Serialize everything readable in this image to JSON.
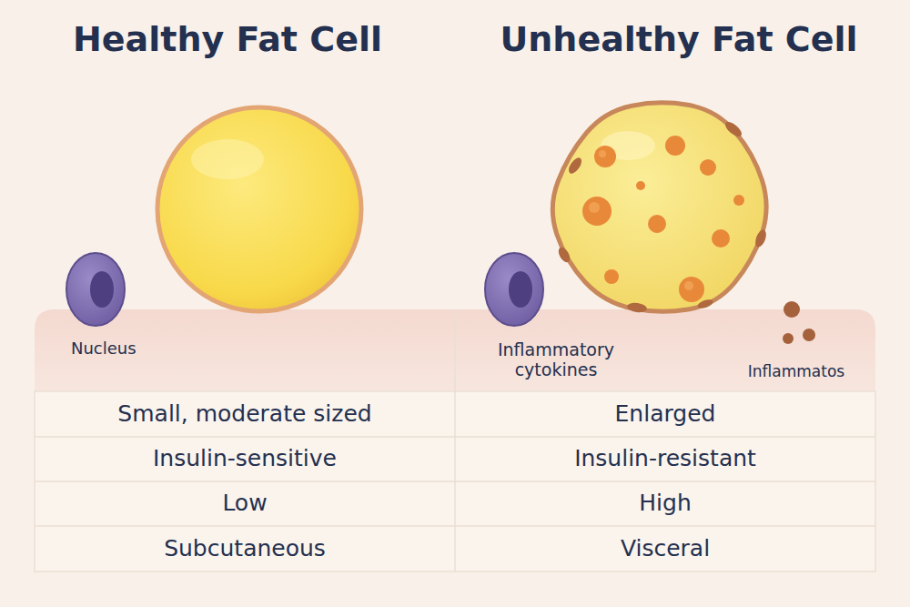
{
  "diagram": {
    "labels": [
      "Healthy Fat Cell",
      "Unhealthy Fat Cell",
      "Nucleus",
      "Inflammatory cytokines",
      "Inflammatos",
      "Small, moderate sized",
      "Enlarged",
      "Insulin-sensitive",
      "Insulin-resistant",
      "Low",
      "High",
      "Subcutaneous",
      "Visceral"
    ]
  }
}
